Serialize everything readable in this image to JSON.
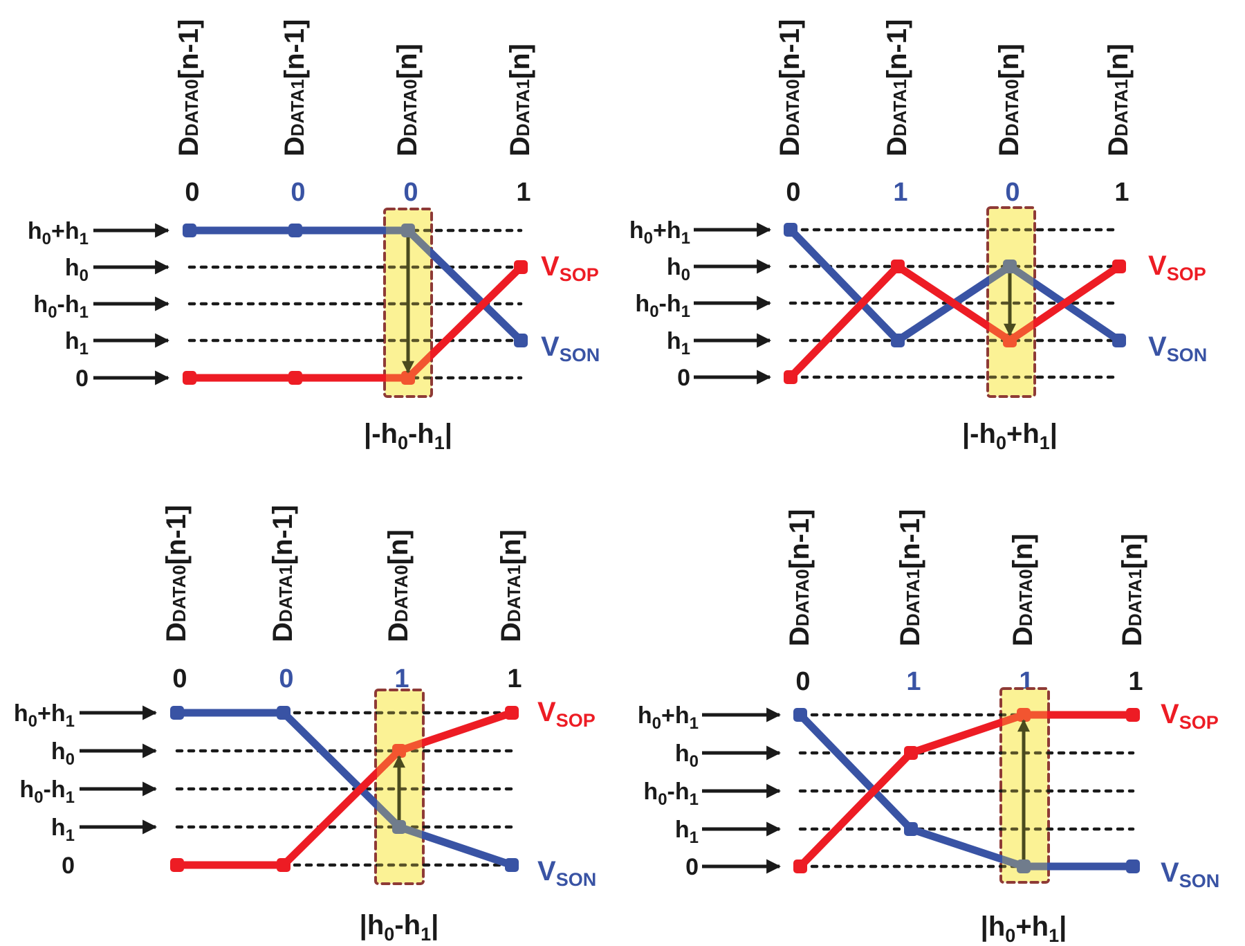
{
  "colors": {
    "vsop": "#ED1C24",
    "vson": "#3953A4",
    "text": "#1a1a1a",
    "highlight_fill": "#FAF5B0",
    "highlight_border": "#8E3A36",
    "delta_arrow": "#4A4A1E",
    "overlap": "#F15A24"
  },
  "level_labels": [
    {
      "main": "h",
      "sub": "0",
      "rest": "+h",
      "sub2": "1",
      "key": "h0+h1"
    },
    {
      "main": "h",
      "sub": "0",
      "rest": "",
      "sub2": "",
      "key": "h0"
    },
    {
      "main": "h",
      "sub": "0",
      "rest": "-h",
      "sub2": "1",
      "key": "h0-h1"
    },
    {
      "main": "h",
      "sub": "1",
      "rest": "",
      "sub2": "",
      "key": "h1"
    },
    {
      "main": "0",
      "sub": "",
      "rest": "",
      "sub2": "",
      "key": "0"
    }
  ],
  "column_headers": [
    {
      "base": "D",
      "sub": "DATA0",
      "idx": "[n-1]"
    },
    {
      "base": "D",
      "sub": "DATA1",
      "idx": "[n-1]"
    },
    {
      "base": "D",
      "sub": "DATA0",
      "idx": "[n]"
    },
    {
      "base": "D",
      "sub": "DATA1",
      "idx": "[n]"
    }
  ],
  "series_labels": {
    "vsop": {
      "main": "V",
      "sub": "SOP"
    },
    "vson": {
      "main": "V",
      "sub": "SON"
    }
  },
  "panels": [
    {
      "id": "top-left",
      "bits": [
        "0",
        "0",
        "0",
        "1"
      ],
      "bit_colors": [
        "black",
        "blue",
        "blue",
        "black"
      ],
      "vsop_levels": [
        "0",
        "0",
        "0",
        "h0"
      ],
      "vson_levels": [
        "h0+h1",
        "h0+h1",
        "h0+h1",
        "h1"
      ],
      "highlight_column": 3,
      "delta_arrow": {
        "from": "h0+h1",
        "to": "0",
        "direction": "down"
      },
      "delta_label": {
        "parts": [
          [
            "|-h",
            ""
          ],
          [
            "0",
            "sub"
          ],
          [
            "-h",
            ""
          ],
          [
            "1",
            "sub"
          ],
          [
            "|",
            ""
          ]
        ]
      },
      "level_arrows": [
        true,
        true,
        true,
        true,
        true
      ]
    },
    {
      "id": "top-right",
      "bits": [
        "0",
        "1",
        "0",
        "1"
      ],
      "bit_colors": [
        "black",
        "blue",
        "blue",
        "black"
      ],
      "vsop_levels": [
        "0",
        "h0",
        "h1",
        "h0"
      ],
      "vson_levels": [
        "h0+h1",
        "h1",
        "h0",
        "h1"
      ],
      "highlight_column": 3,
      "delta_arrow": {
        "from": "h0",
        "to": "h1",
        "direction": "down"
      },
      "delta_label": {
        "parts": [
          [
            "|-h",
            ""
          ],
          [
            "0",
            "sub"
          ],
          [
            "+h",
            ""
          ],
          [
            "1",
            "sub"
          ],
          [
            "|",
            ""
          ]
        ]
      },
      "level_arrows": [
        true,
        true,
        true,
        true,
        true
      ]
    },
    {
      "id": "bottom-left",
      "bits": [
        "0",
        "0",
        "1",
        "1"
      ],
      "bit_colors": [
        "black",
        "blue",
        "blue",
        "black"
      ],
      "vsop_levels": [
        "0",
        "0",
        "h0",
        "h0+h1"
      ],
      "vson_levels": [
        "h0+h1",
        "h0+h1",
        "h1",
        "0"
      ],
      "highlight_column": 3,
      "delta_arrow": {
        "from": "h1",
        "to": "h0",
        "direction": "up"
      },
      "delta_label": {
        "parts": [
          [
            "|h",
            ""
          ],
          [
            "0",
            "sub"
          ],
          [
            "-h",
            ""
          ],
          [
            "1",
            "sub"
          ],
          [
            "|",
            ""
          ]
        ]
      },
      "level_arrows": [
        true,
        true,
        true,
        true,
        false
      ]
    },
    {
      "id": "bottom-right",
      "bits": [
        "0",
        "1",
        "1",
        "1"
      ],
      "bit_colors": [
        "black",
        "blue",
        "blue",
        "black"
      ],
      "vsop_levels": [
        "0",
        "h0",
        "h0+h1",
        "h0+h1"
      ],
      "vson_levels": [
        "h0+h1",
        "h1",
        "0",
        "0"
      ],
      "highlight_column": 3,
      "delta_arrow": {
        "from": "0",
        "to": "h0+h1",
        "direction": "up"
      },
      "delta_label": {
        "parts": [
          [
            "|h",
            ""
          ],
          [
            "0",
            "sub"
          ],
          [
            "+h",
            ""
          ],
          [
            "1",
            "sub"
          ],
          [
            "|",
            ""
          ]
        ]
      },
      "level_arrows": [
        true,
        true,
        true,
        true,
        true
      ]
    }
  ]
}
